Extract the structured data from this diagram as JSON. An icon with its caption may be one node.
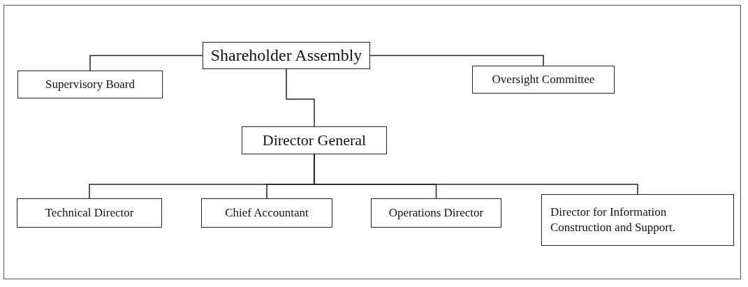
{
  "diagram": {
    "nodes": [
      {
        "text": [
          "Shareholder Assembly"
        ]
      },
      {
        "text": [
          "Supervisory Board"
        ]
      },
      {
        "text": [
          "Oversight Committee"
        ]
      },
      {
        "text": [
          "Director General"
        ]
      },
      {
        "text": [
          "Technical Director"
        ]
      },
      {
        "text": [
          "Chief Accountant"
        ]
      },
      {
        "text": [
          "Operations Director"
        ]
      },
      {
        "text": [
          "Director for Information Construction and Support."
        ]
      }
    ],
    "edges": [
      {
        "from": 0,
        "to": 1,
        "arrow": "none"
      },
      {
        "from": 0,
        "to": 2,
        "arrow": "none"
      },
      {
        "from": 0,
        "to": 3,
        "arrow": "none"
      },
      {
        "from": 3,
        "to": 4,
        "arrow": "none"
      },
      {
        "from": 3,
        "to": 5,
        "arrow": "none"
      },
      {
        "from": 3,
        "to": 6,
        "arrow": "none"
      },
      {
        "from": 3,
        "to": 7,
        "arrow": "none"
      }
    ]
  }
}
